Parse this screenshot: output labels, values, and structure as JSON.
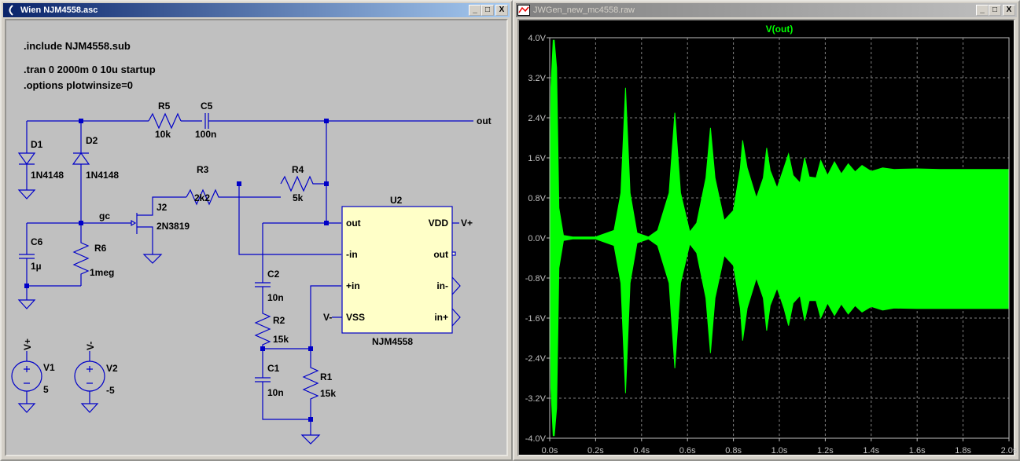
{
  "schematic_window": {
    "title": "Wien NJM4558.asc",
    "controls": {
      "minimize": "_",
      "maximize": "□",
      "close": "X"
    },
    "directives": [
      ".include NJM4558.sub",
      ".tran 0 2000m 0 10u startup",
      ".options plotwinsize=0"
    ],
    "components": {
      "R5": {
        "ref": "R5",
        "value": "10k"
      },
      "C5": {
        "ref": "C5",
        "value": "100n"
      },
      "D1": {
        "ref": "D1",
        "value": "1N4148"
      },
      "D2": {
        "ref": "D2",
        "value": "1N4148"
      },
      "R3": {
        "ref": "R3",
        "value": "2k2"
      },
      "R4": {
        "ref": "R4",
        "value": "5k"
      },
      "J2": {
        "ref": "J2",
        "value": "2N3819"
      },
      "C6": {
        "ref": "C6",
        "value": "1µ"
      },
      "R6": {
        "ref": "R6",
        "value": "1meg"
      },
      "U2": {
        "ref": "U2",
        "value": "NJM4558",
        "pins_left": [
          "out",
          "-in",
          "+in",
          "VSS"
        ],
        "pins_right": [
          "VDD",
          "out",
          "in-",
          "in+"
        ]
      },
      "C2": {
        "ref": "C2",
        "value": "10n"
      },
      "R2": {
        "ref": "R2",
        "value": "15k"
      },
      "C1": {
        "ref": "C1",
        "value": "10n"
      },
      "R1": {
        "ref": "R1",
        "value": "15k"
      },
      "V1": {
        "ref": "V1",
        "value": "5",
        "net": "V+"
      },
      "V2": {
        "ref": "V2",
        "value": "-5",
        "net": "V-"
      }
    },
    "net_labels": {
      "out": "out",
      "gc": "gc",
      "vplus": "V+",
      "vminus": "V-"
    },
    "colors": {
      "wire": "#0000c8",
      "background": "#c0c0c0",
      "opamp_fill": "#ffffc8"
    }
  },
  "waveform_window": {
    "title": "JWGen_new_mc4558.raw",
    "controls": {
      "minimize": "_",
      "maximize": "□",
      "close": "X"
    },
    "colors": {
      "trace": "#00ff00",
      "background": "#000000",
      "grid": "#808080",
      "axis_text": "#c0c0c0"
    }
  },
  "chart_data": {
    "type": "area",
    "title": "V(out)",
    "xlabel": "",
    "ylabel": "",
    "xlim": [
      0,
      2.0
    ],
    "ylim": [
      -4.0,
      4.0
    ],
    "grid": true,
    "x_ticks": [
      "0.0s",
      "0.2s",
      "0.4s",
      "0.6s",
      "0.8s",
      "1.0s",
      "1.2s",
      "1.4s",
      "1.6s",
      "1.8s",
      "2.0s"
    ],
    "y_ticks": [
      "4.0V",
      "3.2V",
      "2.4V",
      "1.6V",
      "0.8V",
      "0.0V",
      "-0.8V",
      "-1.6V",
      "-2.4V",
      "-3.2V",
      "-4.0V"
    ],
    "series": [
      {
        "name": "V(out)",
        "description": "fast oscillation shown as filled envelope (upper/lower amplitude in V)",
        "t": [
          0.0,
          0.005,
          0.015,
          0.02,
          0.03,
          0.04,
          0.06,
          0.1,
          0.2,
          0.28,
          0.31,
          0.33,
          0.35,
          0.38,
          0.43,
          0.47,
          0.52,
          0.545,
          0.57,
          0.61,
          0.64,
          0.68,
          0.7,
          0.72,
          0.76,
          0.8,
          0.83,
          0.84,
          0.86,
          0.9,
          0.93,
          0.945,
          0.96,
          0.99,
          1.02,
          1.04,
          1.06,
          1.09,
          1.11,
          1.13,
          1.16,
          1.18,
          1.21,
          1.24,
          1.27,
          1.3,
          1.33,
          1.36,
          1.4,
          1.45,
          1.5,
          1.6,
          1.7,
          1.8,
          1.9,
          2.0
        ],
        "upper": [
          0.3,
          3.0,
          3.95,
          3.95,
          3.4,
          0.6,
          0.05,
          0.02,
          0.02,
          0.15,
          0.9,
          3.0,
          0.9,
          0.1,
          0.02,
          0.15,
          0.9,
          2.5,
          0.9,
          0.12,
          0.3,
          1.2,
          2.2,
          1.2,
          0.35,
          0.55,
          1.4,
          1.95,
          1.4,
          0.8,
          1.2,
          1.8,
          1.35,
          1.0,
          1.4,
          1.68,
          1.25,
          1.1,
          1.6,
          1.22,
          1.2,
          1.55,
          1.25,
          1.52,
          1.28,
          1.48,
          1.32,
          1.45,
          1.33,
          1.4,
          1.37,
          1.38,
          1.37,
          1.37,
          1.37,
          1.37
        ],
        "lower": [
          -0.3,
          -3.0,
          -3.95,
          -3.95,
          -3.4,
          -0.6,
          -0.05,
          -0.02,
          -0.02,
          -0.15,
          -0.9,
          -3.1,
          -0.9,
          -0.1,
          -0.02,
          -0.15,
          -0.9,
          -2.6,
          -0.9,
          -0.12,
          -0.3,
          -1.2,
          -2.3,
          -1.2,
          -0.35,
          -0.55,
          -1.4,
          -2.05,
          -1.4,
          -0.8,
          -1.2,
          -1.85,
          -1.35,
          -1.0,
          -1.4,
          -1.75,
          -1.3,
          -1.15,
          -1.65,
          -1.25,
          -1.25,
          -1.6,
          -1.3,
          -1.55,
          -1.32,
          -1.52,
          -1.35,
          -1.48,
          -1.37,
          -1.44,
          -1.4,
          -1.41,
          -1.41,
          -1.41,
          -1.41,
          -1.41
        ]
      }
    ]
  }
}
